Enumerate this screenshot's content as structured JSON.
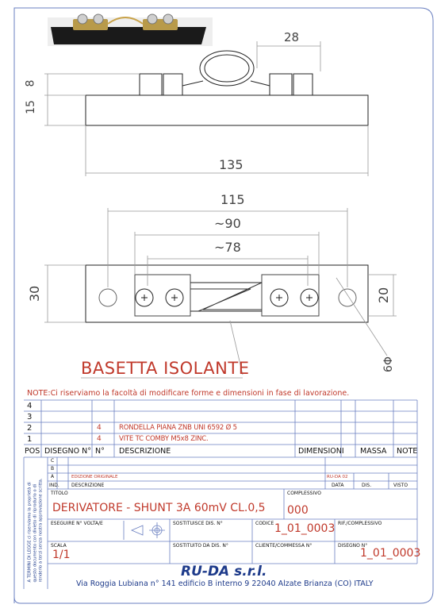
{
  "dimensions": {
    "top_28": "28",
    "side_8": "8",
    "side_15": "15",
    "length_135": "135",
    "spacing_115": "115",
    "spacing_90": "~90",
    "spacing_78": "~78",
    "height_30": "30",
    "height_20": "20",
    "hole_6": "6Φ"
  },
  "part_label": "BASETTA ISOLANTE",
  "note": "NOTE:Ci riserviamo la facoltà di modificare forme e dimensioni in fase di lavorazione.",
  "bom": {
    "rows": [
      {
        "pos": "4",
        "dwg": "",
        "qty": "",
        "desc": ""
      },
      {
        "pos": "3",
        "dwg": "",
        "qty": "",
        "desc": ""
      },
      {
        "pos": "2",
        "dwg": "",
        "qty": "4",
        "desc": "RONDELLA  PIANA ZNB UNI 6592 Ø 5"
      },
      {
        "pos": "1",
        "dwg": "",
        "qty": "4",
        "desc": "VITE TC COMBY  M5x8  ZINC."
      }
    ],
    "headers": {
      "pos": "POS",
      "dwg": "DISEGNO N°",
      "qty": "N°",
      "desc": "DESCRIZIONE",
      "dim": "DIMENSIONI",
      "mat": "MASSA",
      "note": "NOTE"
    }
  },
  "revisions": {
    "rows": [
      {
        "ind": "C",
        "desc": "",
        "data": ""
      },
      {
        "ind": "B",
        "desc": "",
        "data": ""
      },
      {
        "ind": "A",
        "desc": "EDIZIONE ORIGINALE",
        "data": "RU-DA 02"
      }
    ],
    "headers": {
      "ind": "IND.",
      "desc": "DESCRIZIONE",
      "data": "DATA",
      "dis": "DIS.",
      "visto": "VISTO"
    }
  },
  "title_block": {
    "titolo_label": "TITOLO",
    "titolo": "DERIVATORE - SHUNT 3A  60mV CL.0,5",
    "complessivo_label": "COMPLESSIVO",
    "complessivo": "000",
    "eseguire_label": "ESEGUIRE N° VOLTA/E",
    "sostituisce_label": "SOSTITUISCE DIS. N°",
    "codice_label": "CODICE",
    "codice": "1_01_0003",
    "rif_label": "RIF./COMPLESSIVO",
    "scala_label": "SCALA",
    "scala": "1/1",
    "sostituito_label": "SOSTITUITO DA DIS. N°",
    "cliente_label": "CLIENTE/COMMESSA N°",
    "disegno_label": "DISEGNO N°",
    "disegno": "1_01_0003"
  },
  "legal": [
    "A TERMINI DI LEGGE ci riserviamo la proprietà di",
    "questo documento con divieto di riprodurlo o di",
    "renderlo a terzi senza nostra approvazione scritta."
  ],
  "company": {
    "name": "RU-DA s.r.l.",
    "address": "Via Roggia Lubiana n° 141 edificio B interno 9  22040 Alzate Brianza (CO) ITALY"
  },
  "colors": {
    "frame": "#1d3a8a",
    "red_text": "#c0392b",
    "dim_line": "#9a9a9a"
  }
}
